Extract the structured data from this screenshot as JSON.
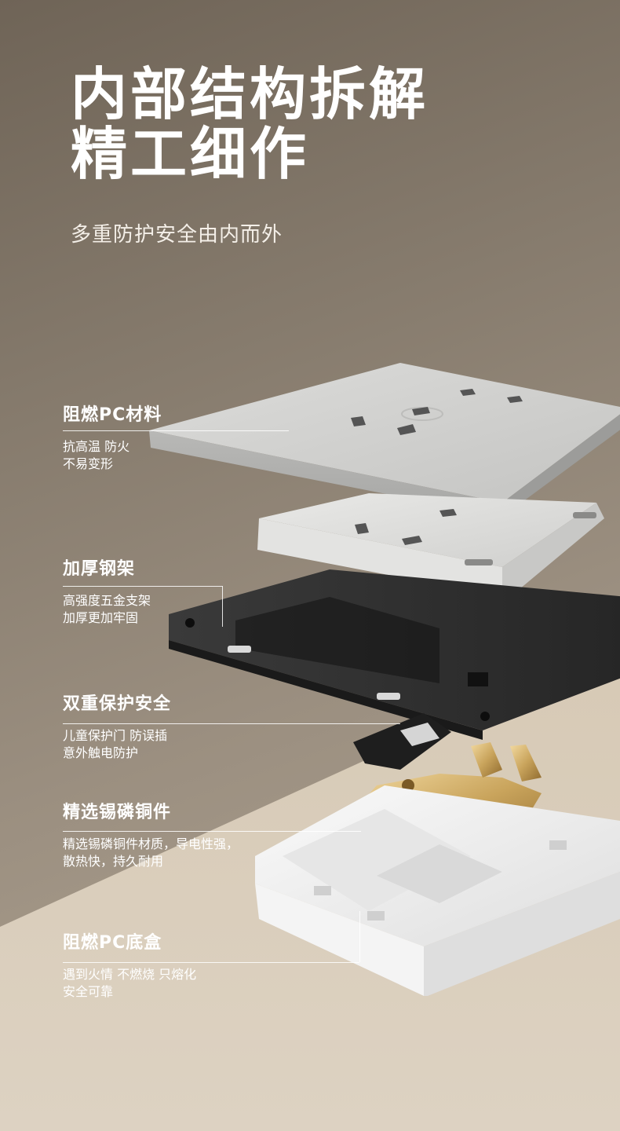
{
  "headline": {
    "line1": "内部结构拆解",
    "line2": "精工细作",
    "subtitle": "多重防护安全由内而外"
  },
  "features": [
    {
      "title": "阻燃PC材料",
      "lines": [
        "抗高温 防火",
        "不易变形"
      ]
    },
    {
      "title": "加厚钢架",
      "lines": [
        "高强度五金支架",
        "加厚更加牢固"
      ]
    },
    {
      "title": "双重保护安全",
      "lines": [
        "儿童保护门 防误插",
        "意外触电防护"
      ]
    },
    {
      "title": "精选锡磷铜件",
      "lines": [
        "精选锡磷铜件材质，导电性强，",
        "散热快，持久耐用"
      ]
    },
    {
      "title": "阻燃PC底盒",
      "lines": [
        "遇到火情 不燃烧 只熔化",
        "安全可靠"
      ]
    }
  ],
  "colors": {
    "text": "#ffffff",
    "panel": "#d4d4d2",
    "frame": "#2e2e2e",
    "shutter": "#1e1e1e",
    "copper": "#c9a45c",
    "box": "#f1f1f1"
  }
}
